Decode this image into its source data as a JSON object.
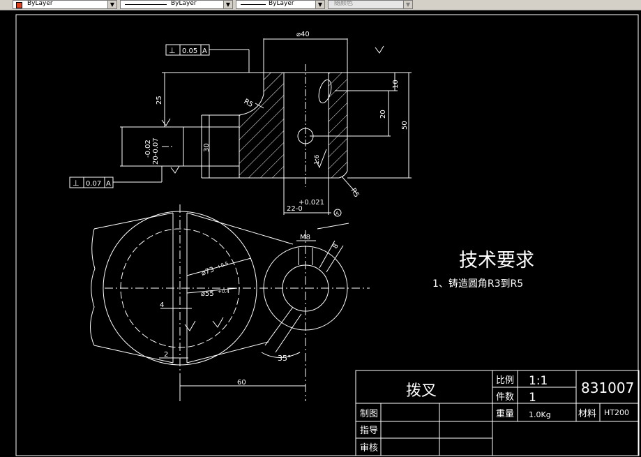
{
  "toolbar": {
    "color_combo": "ByLayer",
    "linetype_combo": "ByLayer",
    "lineweight_combo": "ByLayer",
    "plotstyle_combo": "随颜色"
  },
  "drawing": {
    "dims": {
      "dia40": "⌀40",
      "perp_top_sym": "⊥",
      "perp_top_tol": "0.05",
      "perp_top_ref": "A",
      "h25": "25",
      "r5_top": "R5",
      "h10": "10",
      "h20": "20",
      "h50": "50",
      "w20_tol": "20-0.07",
      "w20_tol2": "-0.02",
      "h30": "30",
      "rough16": "1.6",
      "r5_bottom": "R5",
      "perp_bot_sym": "⊥",
      "perp_bot_tol": "0.07",
      "perp_bot_ref": "A",
      "w22": "22-0",
      "w22_tol": "+0.021",
      "datum_a": "A",
      "m8": "M8",
      "h8": "8",
      "dia73": "⌀73",
      "dia73_tol": "+0.5",
      "dia55": "⌀55",
      "dia55_tol": "+0.4",
      "w4": "4",
      "w2": "2",
      "ang35": "35°",
      "w60": "60"
    },
    "tech_req_title": "技术要求",
    "tech_req_item": "1、铸造圆角R3到R5"
  },
  "title_block": {
    "part_name": "拨叉",
    "scale_label": "比例",
    "scale_value": "1:1",
    "qty_label": "件数",
    "qty_value": "1",
    "drawing_no": "831007",
    "weight_label": "重量",
    "weight_value": "1.0Kg",
    "material_label": "材料",
    "material_value": "HT200",
    "drawn_label": "制图",
    "guide_label": "指导",
    "review_label": "审核"
  }
}
